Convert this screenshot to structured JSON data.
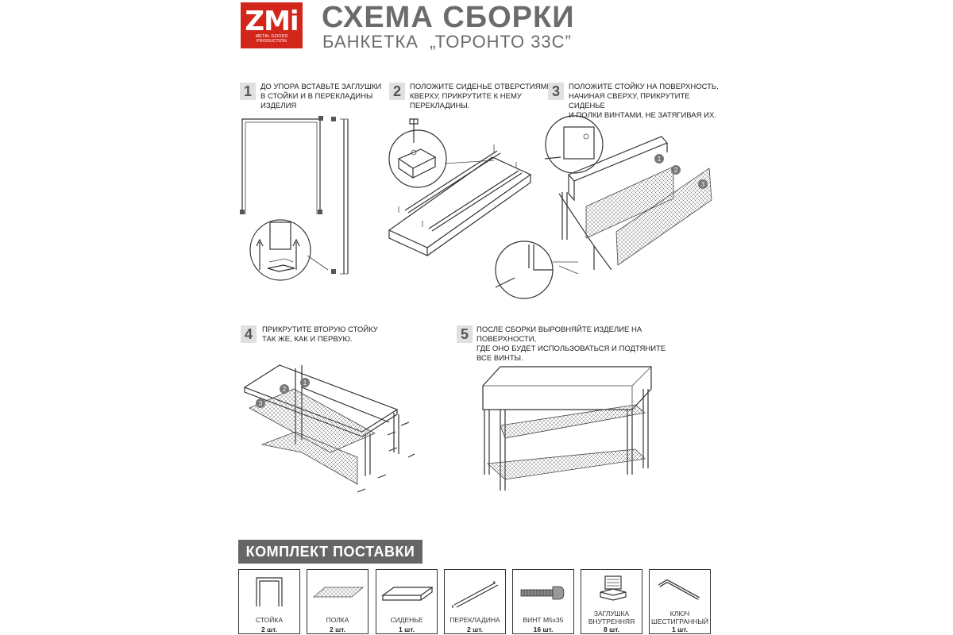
{
  "logo": {
    "text": "ZMi",
    "sub": "METAL GOODS PRODUCTION",
    "color": "#d3261b"
  },
  "title": "СХЕМА СБОРКИ",
  "subtitle": "БАНКЕТКА  „ТОРОНТО 33С”",
  "steps": [
    {
      "num": "1",
      "text": "ДО УПОРА ВСТАВЬТЕ ЗАГЛУШКИ\nВ СТОЙКИ И В ПЕРЕКЛАДИНЫ\nИЗДЕЛИЯ"
    },
    {
      "num": "2",
      "text": "ПОЛОЖИТЕ СИДЕНЬЕ ОТВЕРСТИЯМИ\nКВЕРХУ, ПРИКРУТИТЕ К НЕМУ\nПЕРЕКЛАДИНЫ."
    },
    {
      "num": "3",
      "text": "ПОЛОЖИТЕ СТОЙКУ НА ПОВЕРХНОСТЬ.\nНАЧИНАЯ СВЕРХУ, ПРИКРУТИТЕ СИДЕНЬЕ\nИ ПОЛКИ ВИНТАМИ, НЕ ЗАТЯГИВАЯ ИХ."
    },
    {
      "num": "4",
      "text": "ПРИКРУТИТЕ ВТОРУЮ СТОЙКУ\nТАК ЖЕ, КАК И ПЕРВУЮ."
    },
    {
      "num": "5",
      "text": "ПОСЛЕ СБОРКИ ВЫРОВНЯЙТЕ ИЗДЕЛИЕ НА ПОВЕРХНОСТИ,\nГДЕ ОНО БУДЕТ ИСПОЛЬЗОВАТЬСЯ И ПОДТЯНИТЕ\nВСЕ ВИНТЫ."
    }
  ],
  "callouts": [
    "1",
    "2",
    "3"
  ],
  "kit": {
    "heading": "КОМПЛЕКТ ПОСТАВКИ",
    "items": [
      {
        "label": "СТОЙКА",
        "qty": "2 шт.",
        "icon": "frame-icon"
      },
      {
        "label": "ПОЛКА",
        "qty": "2 шт.",
        "icon": "mesh-shelf-icon"
      },
      {
        "label": "СИДЕНЬЕ",
        "qty": "1 шт.",
        "icon": "seat-board-icon"
      },
      {
        "label": "ПЕРЕКЛАДИНА",
        "qty": "2 шт.",
        "icon": "crossbar-icon"
      },
      {
        "label": "ВИНТ М5х35",
        "qty": "16 шт.",
        "icon": "screw-icon"
      },
      {
        "label": "ЗАГЛУШКА\nВНУТРЕННЯЯ",
        "qty": "8 шт.",
        "icon": "plug-icon"
      },
      {
        "label": "КЛЮЧ\nШЕСТИГРАННЫЙ",
        "qty": "1 шт.",
        "icon": "hex-key-icon"
      }
    ]
  }
}
